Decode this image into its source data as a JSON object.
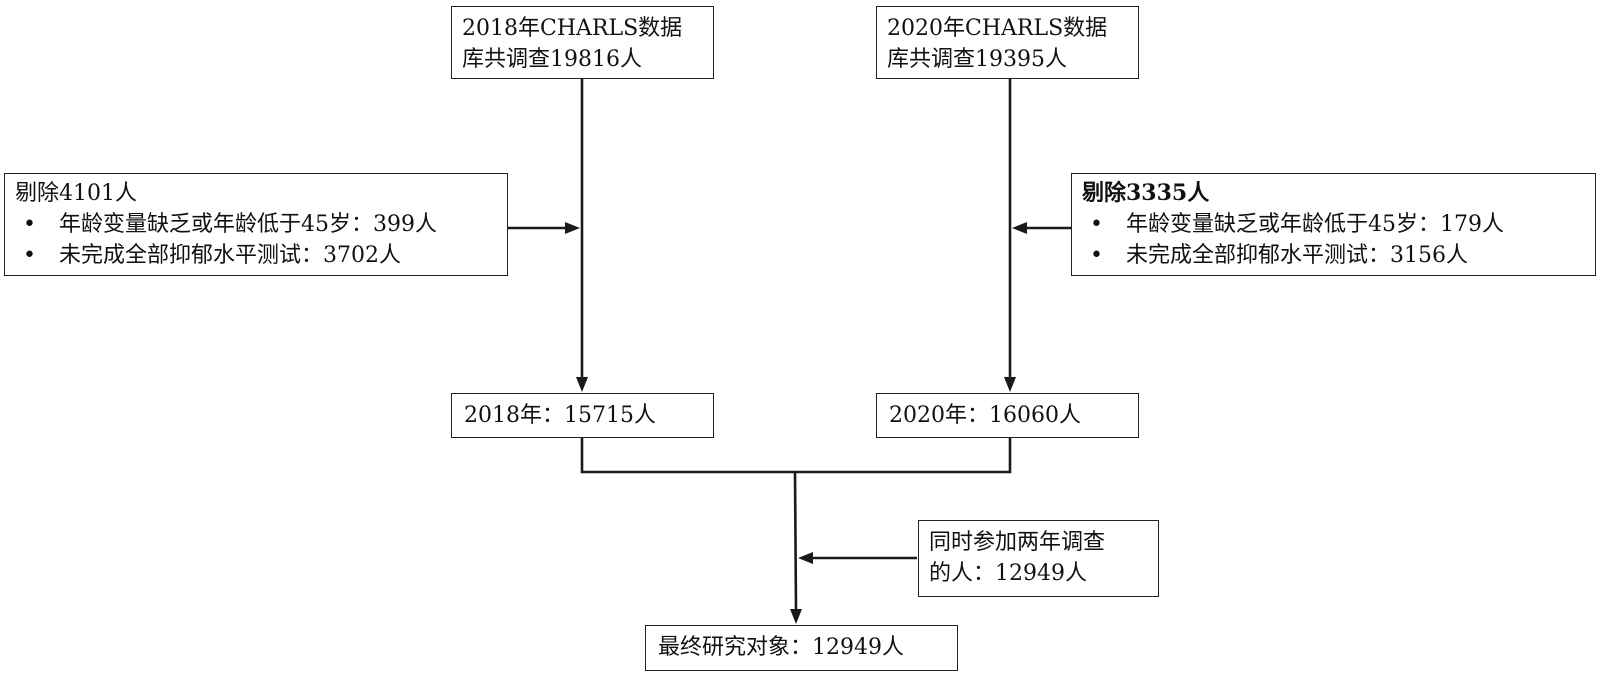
{
  "source2018": {
    "line1": "2018年CHARLS数据",
    "line2": "库共调查19816人"
  },
  "source2020": {
    "line1": "2020年CHARLS数据",
    "line2": "库共调查19395人"
  },
  "exclude2018": {
    "title": "剔除4101人",
    "items": [
      "年龄变量缺乏或年龄低于45岁：399人",
      "未完成全部抑郁水平测试：3702人"
    ],
    "bullet": "•"
  },
  "exclude2020": {
    "title": "剔除3335人",
    "items": [
      "年龄变量缺乏或年龄低于45岁：179人",
      "未完成全部抑郁水平测试：3156人"
    ],
    "bullet": "•"
  },
  "remain2018": "2018年：15715人",
  "remain2020": "2020年：16060人",
  "both": {
    "line1": "同时参加两年调查",
    "line2": "的人：12949人"
  },
  "final": "最终研究对象：12949人"
}
